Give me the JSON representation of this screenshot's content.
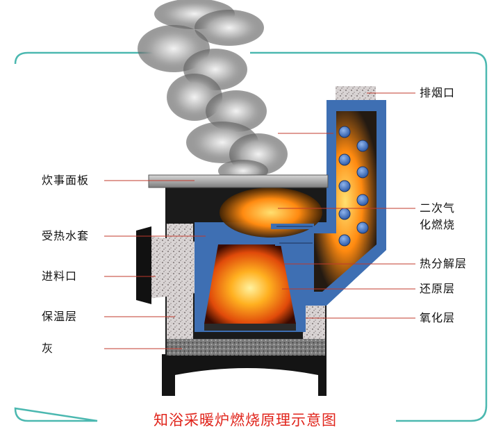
{
  "labels_left": [
    {
      "id": "cooktop",
      "text": "炊事面板"
    },
    {
      "id": "water-jacket",
      "text": "受热水套"
    },
    {
      "id": "feed-port",
      "text": "进料口"
    },
    {
      "id": "insulation",
      "text": "保温层"
    },
    {
      "id": "ash",
      "text": "灰"
    }
  ],
  "labels_right": [
    {
      "id": "flue-outlet",
      "text": "排烟口"
    },
    {
      "id": "secondary-combustion",
      "line1": "二次气",
      "line2": "化燃烧"
    },
    {
      "id": "pyrolysis",
      "text": "热分解层"
    },
    {
      "id": "reduction",
      "text": "还原层"
    },
    {
      "id": "oxidation",
      "text": "氧化层"
    }
  ],
  "caption": "知浴采暖炉燃烧原理示意图",
  "colors": {
    "frame": "#4bb8b0",
    "jacket": "#3e6fb3",
    "leader": "#c0392b",
    "caption": "#e0241b",
    "body": "#1a1a1a"
  }
}
